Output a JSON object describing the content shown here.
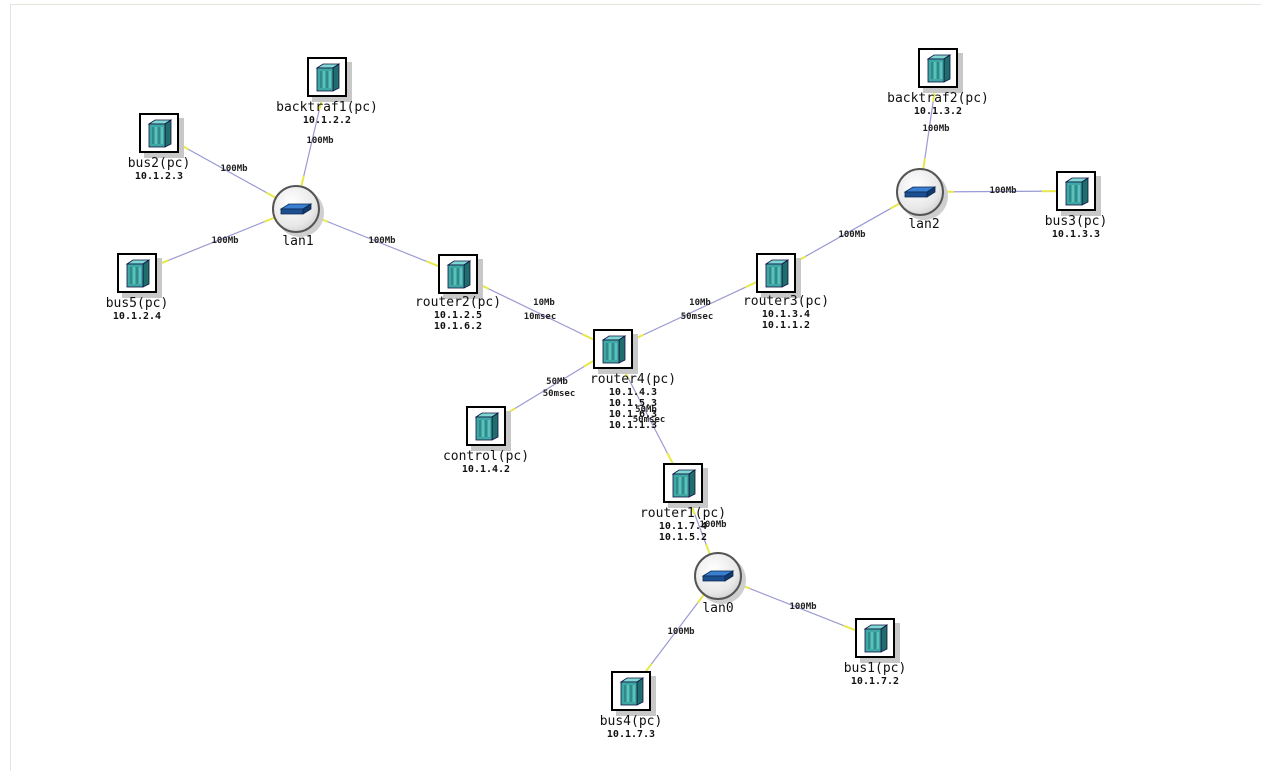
{
  "diagram": {
    "nodes": [
      {
        "id": "backtraf1",
        "name": "backtraf1(pc)",
        "ips": [
          "10.1.2.2"
        ],
        "type": "pc"
      },
      {
        "id": "bus2",
        "name": "bus2(pc)",
        "ips": [
          "10.1.2.3"
        ],
        "type": "pc"
      },
      {
        "id": "bus5",
        "name": "bus5(pc)",
        "ips": [
          "10.1.2.4"
        ],
        "type": "pc"
      },
      {
        "id": "lan1",
        "name": "lan1",
        "ips": [],
        "type": "lan"
      },
      {
        "id": "router2",
        "name": "router2(pc)",
        "ips": [
          "10.1.2.5",
          "10.1.6.2"
        ],
        "type": "pc"
      },
      {
        "id": "backtraf2",
        "name": "backtraf2(pc)",
        "ips": [
          "10.1.3.2"
        ],
        "type": "pc"
      },
      {
        "id": "lan2",
        "name": "lan2",
        "ips": [],
        "type": "lan"
      },
      {
        "id": "bus3",
        "name": "bus3(pc)",
        "ips": [
          "10.1.3.3"
        ],
        "type": "pc"
      },
      {
        "id": "router3",
        "name": "router3(pc)",
        "ips": [
          "10.1.3.4",
          "10.1.1.2"
        ],
        "type": "pc"
      },
      {
        "id": "router4",
        "name": "router4(pc)",
        "ips": [
          "10.1.4.3",
          "10.1.5.3",
          "10.1.6.3",
          "10.1.1.3"
        ],
        "type": "pc"
      },
      {
        "id": "control",
        "name": "control(pc)",
        "ips": [
          "10.1.4.2"
        ],
        "type": "pc"
      },
      {
        "id": "router1",
        "name": "router1(pc)",
        "ips": [
          "10.1.7.4",
          "10.1.5.2"
        ],
        "type": "pc"
      },
      {
        "id": "lan0",
        "name": "lan0",
        "ips": [],
        "type": "lan"
      },
      {
        "id": "bus1",
        "name": "bus1(pc)",
        "ips": [
          "10.1.7.2"
        ],
        "type": "pc"
      },
      {
        "id": "bus4",
        "name": "bus4(pc)",
        "ips": [
          "10.1.7.3"
        ],
        "type": "pc"
      }
    ],
    "links": [
      {
        "from": "backtraf1",
        "to": "lan1",
        "labels": [
          "100Mb"
        ]
      },
      {
        "from": "bus2",
        "to": "lan1",
        "labels": [
          "100Mb"
        ]
      },
      {
        "from": "bus5",
        "to": "lan1",
        "labels": [
          "100Mb"
        ]
      },
      {
        "from": "router2",
        "to": "lan1",
        "labels": [
          "100Mb"
        ]
      },
      {
        "from": "backtraf2",
        "to": "lan2",
        "labels": [
          "100Mb"
        ]
      },
      {
        "from": "bus3",
        "to": "lan2",
        "labels": [
          "100Mb"
        ]
      },
      {
        "from": "router3",
        "to": "lan2",
        "labels": [
          "100Mb"
        ]
      },
      {
        "from": "router2",
        "to": "router4",
        "labels": [
          "10Mb",
          "10msec"
        ]
      },
      {
        "from": "router3",
        "to": "router4",
        "labels": [
          "10Mb",
          "50msec"
        ]
      },
      {
        "from": "control",
        "to": "router4",
        "labels": [
          "50Mb",
          "50msec"
        ]
      },
      {
        "from": "router1",
        "to": "router4",
        "labels": [
          "50Mb",
          "50msec"
        ]
      },
      {
        "from": "router1",
        "to": "lan0",
        "labels": [
          "100Mb"
        ]
      },
      {
        "from": "bus1",
        "to": "lan0",
        "labels": [
          "100Mb"
        ]
      },
      {
        "from": "bus4",
        "to": "lan0",
        "labels": [
          "100Mb"
        ]
      }
    ],
    "colors": {
      "link_line": "#9a9ad4",
      "link_end": "#e8e84a",
      "server_light": "#7fd8d2",
      "server_mid": "#3fa8a4",
      "server_dark": "#1f6e6c",
      "switch_top": "#3a7fd0",
      "switch_body": "#1c4f8f"
    }
  }
}
